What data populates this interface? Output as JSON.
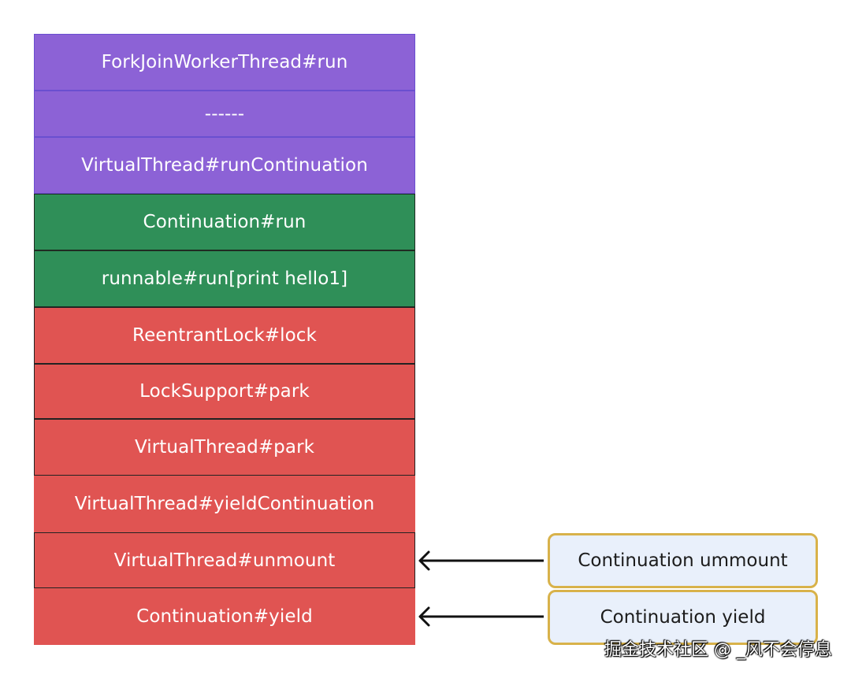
{
  "frames": [
    {
      "label": "ForkJoinWorkerThread#run",
      "group": "carrier"
    },
    {
      "label": "------",
      "group": "carrier"
    },
    {
      "label": "VirtualThread#runContinuation",
      "group": "carrier"
    },
    {
      "label": "Continuation#run",
      "group": "continuation"
    },
    {
      "label": "runnable#run[print hello1]",
      "group": "continuation"
    },
    {
      "label": "ReentrantLock#lock",
      "group": "park"
    },
    {
      "label": "LockSupport#park",
      "group": "park"
    },
    {
      "label": "VirtualThread#park",
      "group": "park"
    },
    {
      "label": "VirtualThread#yieldContinuation",
      "group": "park"
    },
    {
      "label": "VirtualThread#unmount",
      "group": "park"
    },
    {
      "label": "Continuation#yield",
      "group": "park"
    }
  ],
  "callouts": {
    "unmount": "Continuation ummount",
    "yield": "Continuation yield"
  },
  "watermark": "掘金技术社区 @ _风不会停息",
  "colors": {
    "carrier": "#8c62d6",
    "continuation": "#2f8f58",
    "park": "#e05452",
    "callout_fill": "#e9f0fb",
    "callout_border": "#d8b24a"
  }
}
